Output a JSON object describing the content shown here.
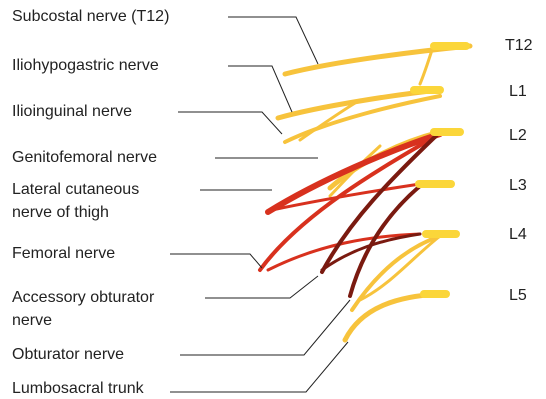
{
  "labels": {
    "subcostal": "Subcostal nerve (T12)",
    "iliohypogastric": "Iliohypogastric nerve",
    "ilioinguinal": "Ilioinguinal nerve",
    "genitofemoral": "Genitofemoral nerve",
    "lateral_cutaneous_line1": "Lateral cutaneous",
    "lateral_cutaneous_line2": "nerve of thigh",
    "femoral": "Femoral nerve",
    "accessory_obturator_line1": "Accessory obturator",
    "accessory_obturator_line2": "nerve",
    "obturator": "Obturator nerve",
    "lumbosacral_trunk": "Lumbosacral trunk"
  },
  "spinal_levels": [
    "T12",
    "L1",
    "L2",
    "L3",
    "L4",
    "L5"
  ],
  "colors": {
    "sensory_yellow": "#f7c33c",
    "root_yellow": "#fbd63a",
    "anterior_red": "#d8311e",
    "posterior_darkred": "#7a1a10",
    "leader_line": "#222222"
  }
}
